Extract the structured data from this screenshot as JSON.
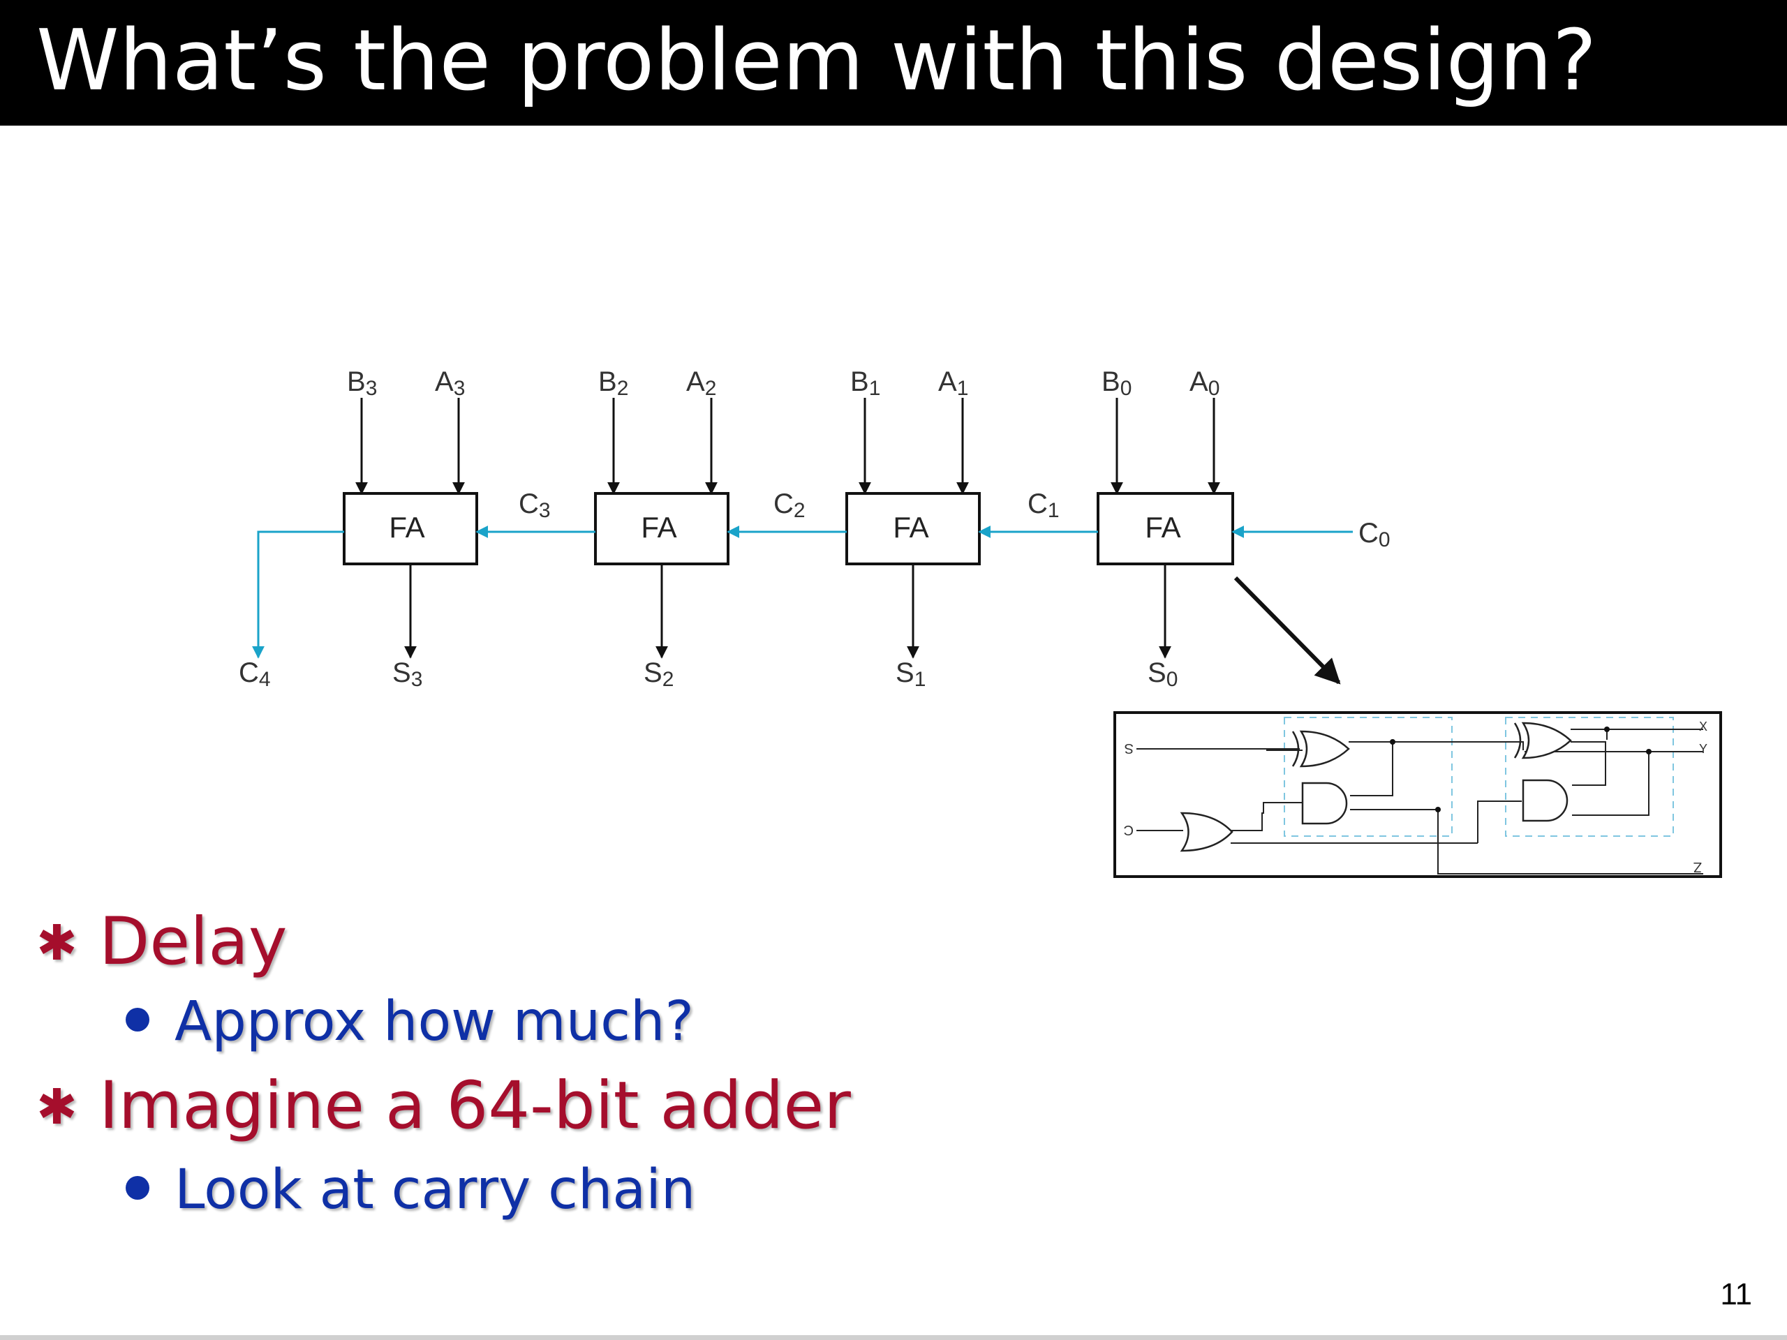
{
  "slide": {
    "title": "What’s the problem with this design?",
    "page_number": "11"
  },
  "colors": {
    "title_bg": "#000000",
    "title_text": "#ffffff",
    "level1_text": "#a50e2c",
    "level2_text": "#0f30a6",
    "carry_wire": "#1aa3c9",
    "gate_dashed_box": "#7fc6e0"
  },
  "adder": {
    "block_label": "FA",
    "stages": [
      {
        "b": "B",
        "b_sub": "3",
        "a": "A",
        "a_sub": "3",
        "s": "S",
        "s_sub": "3"
      },
      {
        "b": "B",
        "b_sub": "2",
        "a": "A",
        "a_sub": "2",
        "s": "S",
        "s_sub": "2"
      },
      {
        "b": "B",
        "b_sub": "1",
        "a": "A",
        "a_sub": "1",
        "s": "S",
        "s_sub": "1"
      },
      {
        "b": "B",
        "b_sub": "0",
        "a": "A",
        "a_sub": "0",
        "s": "S",
        "s_sub": "0"
      }
    ],
    "carries": [
      {
        "c": "C",
        "c_sub": "3"
      },
      {
        "c": "C",
        "c_sub": "2"
      },
      {
        "c": "C",
        "c_sub": "1"
      }
    ],
    "carry_in": {
      "c": "C",
      "c_sub": "0"
    },
    "carry_out": {
      "c": "C",
      "c_sub": "4"
    }
  },
  "detail_circuit": {
    "left_labels": [
      "S",
      "C"
    ],
    "right_labels": [
      "X",
      "Y",
      "Z"
    ]
  },
  "bullets": [
    {
      "text": "Delay",
      "sub": [
        "Approx how much?"
      ]
    },
    {
      "text": "Imagine a 64-bit adder",
      "sub": [
        "Look at carry chain"
      ]
    }
  ]
}
